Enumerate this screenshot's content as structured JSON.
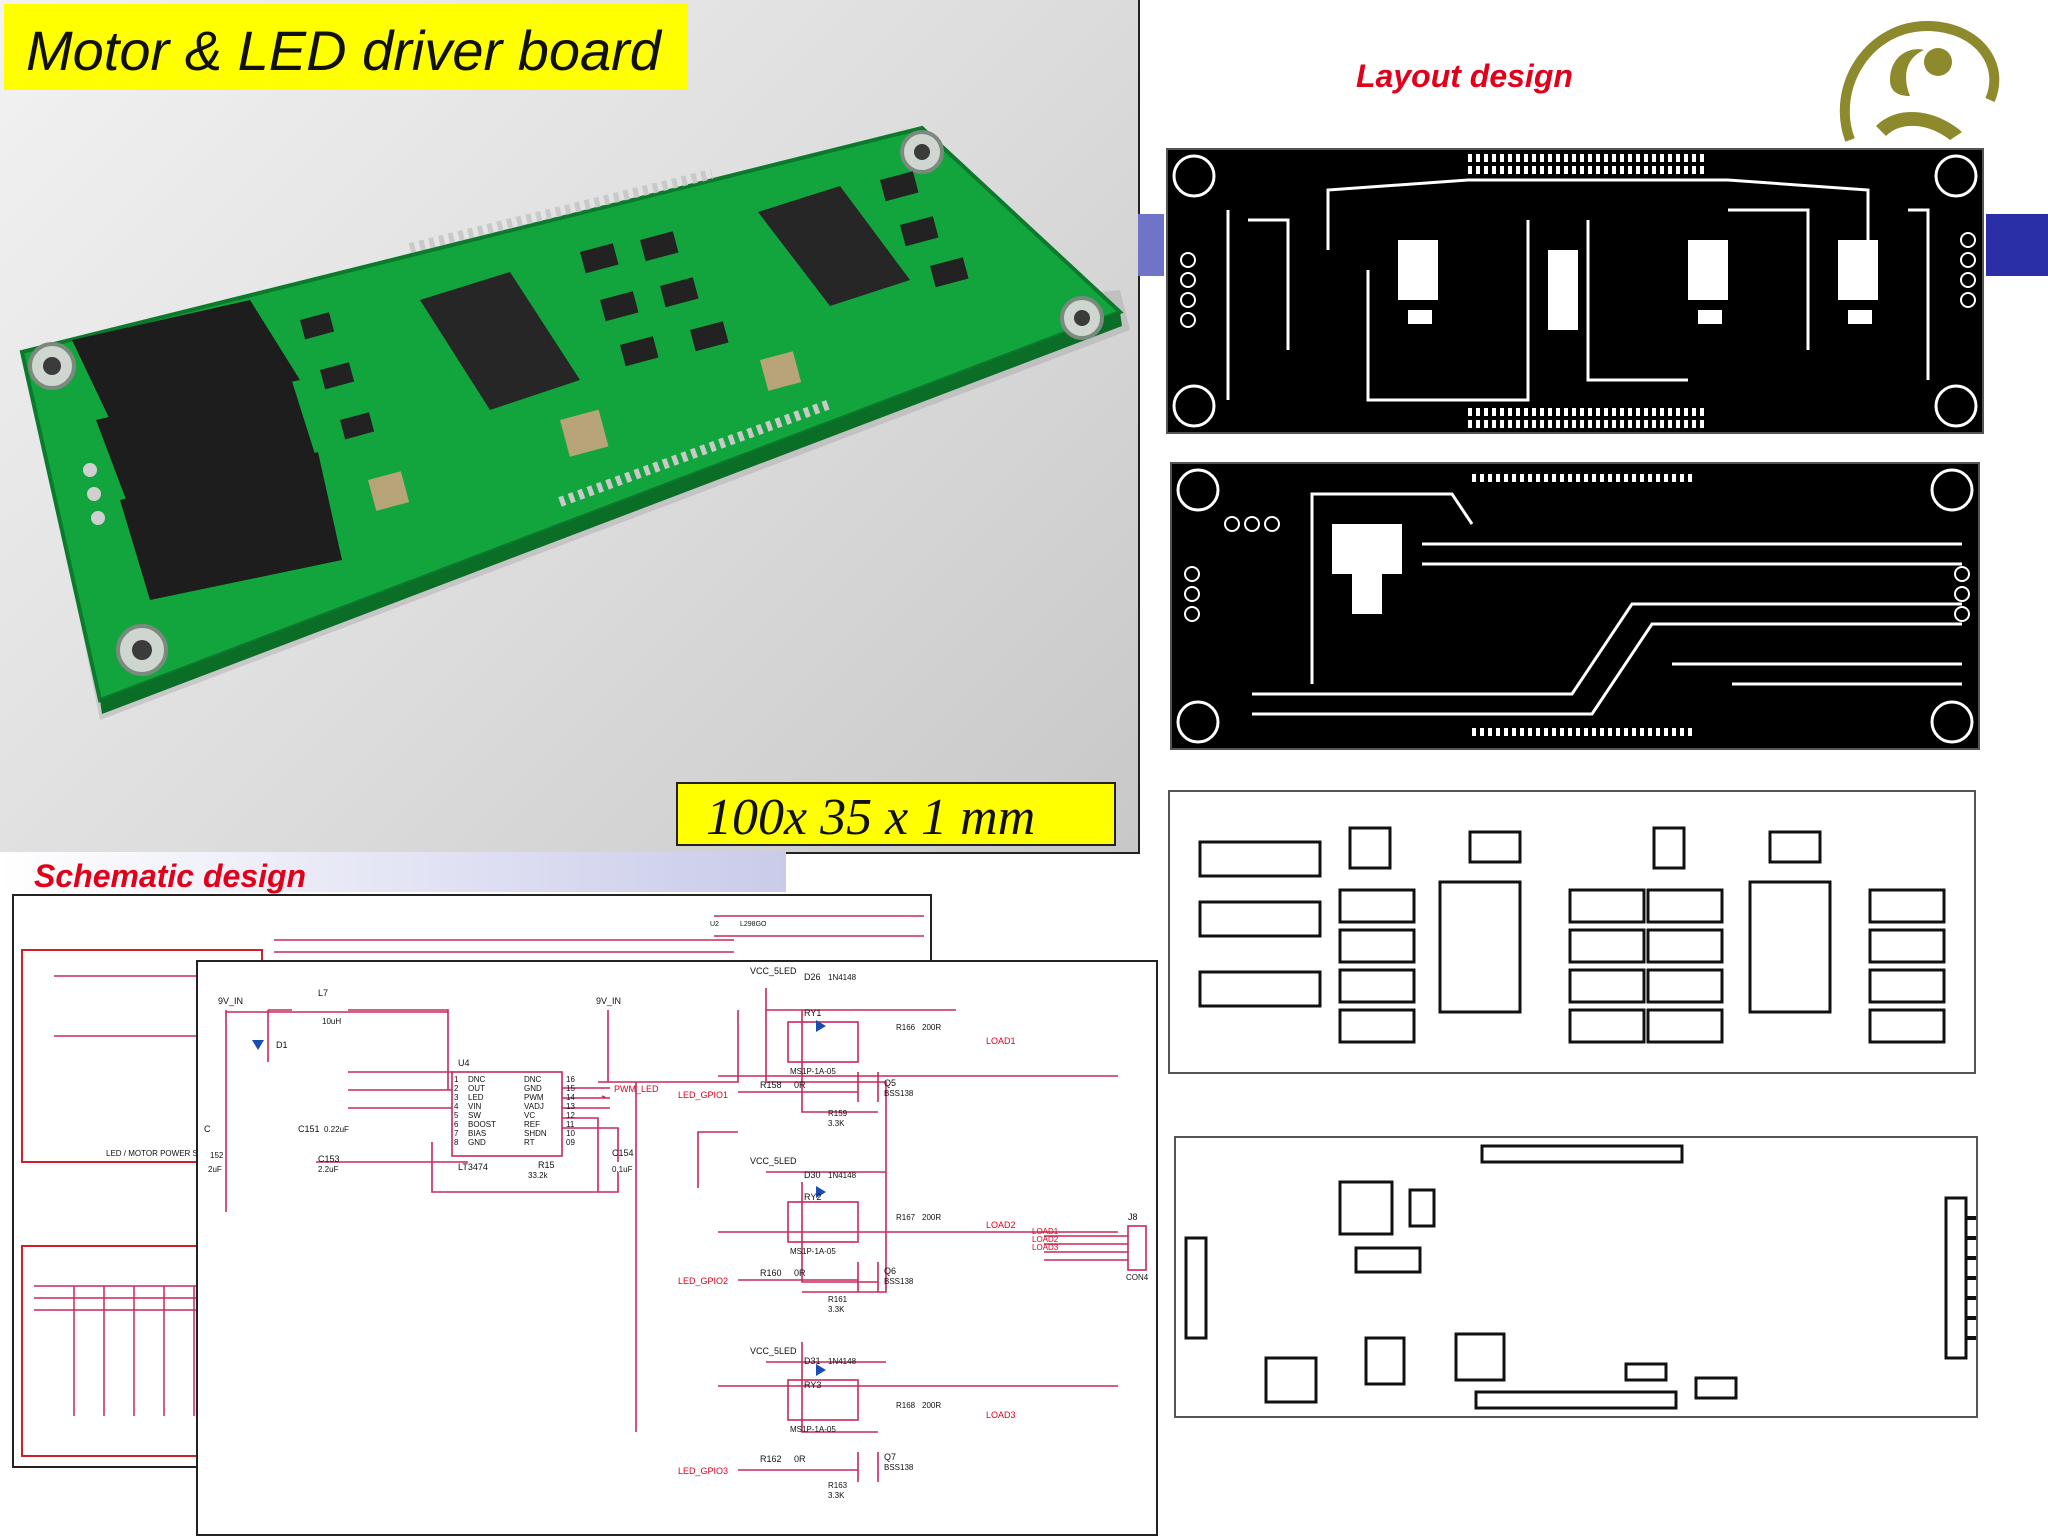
{
  "slide": {
    "title": "Motor & LED driver board",
    "dimensions": "100x 35 x 1 mm",
    "layout_label": "Layout design",
    "schematic_label": "Schematic design"
  },
  "schematic": {
    "front": {
      "labels": {
        "v9_in_left": "9V_IN",
        "v9_in_mid": "9V_IN",
        "l7": "L7",
        "l7_val": "10uH",
        "d1": "D1",
        "u4": "U4",
        "u4_part": "LT3474",
        "c151": "C151",
        "c151_val": "0.22uF",
        "c152": "C",
        "c152_num": "152",
        "c152_val": "2uF",
        "c153": "C153",
        "c153_val": "2.2uF",
        "r15": "R15",
        "r15_val": "33.2k",
        "c154": "C154",
        "c154_val": "0.1uF",
        "pwm_led": "PWM_LED",
        "vcc_5led_1": "VCC_5LED",
        "vcc_5led_2": "VCC_5LED",
        "vcc_5led_3": "VCC_5LED",
        "d26": "D26",
        "d26_part": "1N4148",
        "d30": "D30",
        "d30_part": "1N4148",
        "d31": "D31",
        "d31_part": "1N4148",
        "ry1": "RY1",
        "ry2": "RY2",
        "ry3": "RY3",
        "relay_part_1": "MS1P-1A-05",
        "relay_part_2": "MS1P-1A-05",
        "relay_part_3": "MS1P-1A-05",
        "r166": "R166",
        "r167": "R167",
        "r168": "R168",
        "r200_1": "200R",
        "r200_2": "200R",
        "r200_3": "200R",
        "load1": "LOAD1",
        "load2": "LOAD2",
        "load3": "LOAD3",
        "r158": "R158",
        "r160": "R160",
        "r162": "R162",
        "r0_1": "0R",
        "r0_2": "0R",
        "r0_3": "0R",
        "led_gpio1": "LED_GPIO1",
        "led_gpio2": "LED_GPIO2",
        "led_gpio3": "LED_GPIO3",
        "q5": "Q5",
        "q6": "Q6",
        "q7": "Q7",
        "bss138_1": "BSS138",
        "bss138_2": "BSS138",
        "bss138_3": "BSS138",
        "r159": "R159",
        "r161": "R161",
        "r163": "R163",
        "r33k_1": "3.3K",
        "r33k_2": "3.3K",
        "r33k_3": "3.3K",
        "j8": "J8",
        "con4": "CON4",
        "load1_b": "LOAD1",
        "load2_b": "LOAD2",
        "load3_b": "LOAD3"
      },
      "u4_pins_left": [
        "DNC",
        "OUT",
        "LED",
        "VIN",
        "SW",
        "BOOST",
        "BIAS",
        "GND"
      ],
      "u4_pins_right": [
        "DNC",
        "GND",
        "PWM",
        "VADJ",
        "VC",
        "REF",
        "SHDN",
        "RT"
      ],
      "u4_pin_nums_left": [
        "1",
        "2",
        "3",
        "4",
        "5",
        "6",
        "7",
        "8"
      ],
      "u4_pin_nums_right": [
        "16",
        "15",
        "14",
        "13",
        "12",
        "11",
        "10",
        "09"
      ]
    },
    "back": {
      "labels": {
        "psu_title": "LED / MOTOR POWER SUPPLY",
        "u2": "U2",
        "u2_part": "L298GO"
      }
    }
  },
  "colors": {
    "schematic_wire": "#c8285a",
    "schematic_net": "#e0001a",
    "pcb_green": "#11a63c",
    "highlight": "#ffff00",
    "title_red": "#e0001a",
    "logo_olive": "#8d8a2e"
  }
}
